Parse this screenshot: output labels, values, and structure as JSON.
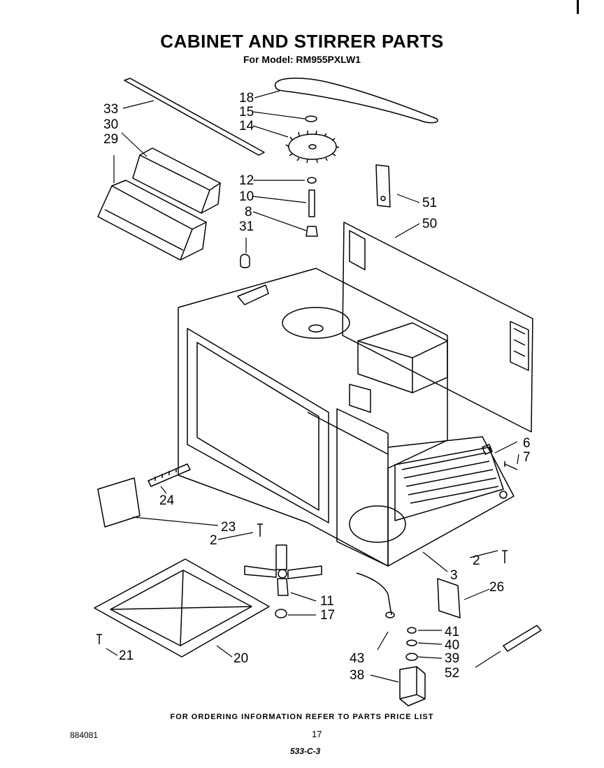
{
  "title": "CABINET AND STIRRER PARTS",
  "subtitle": "For Model: RM955PXLW1",
  "footer_note": "FOR ORDERING INFORMATION REFER TO PARTS PRICE LIST",
  "doc_number": "884081",
  "page_number": "17",
  "stamp": "533-C-3",
  "callouts": [
    "33",
    "30",
    "29",
    "18",
    "15",
    "14",
    "12",
    "10",
    "8",
    "31",
    "51",
    "50",
    "6",
    "7",
    "24",
    "23",
    "2",
    "2",
    "3",
    "26",
    "11",
    "17",
    "21",
    "20",
    "41",
    "40",
    "39",
    "43",
    "38",
    "52"
  ]
}
